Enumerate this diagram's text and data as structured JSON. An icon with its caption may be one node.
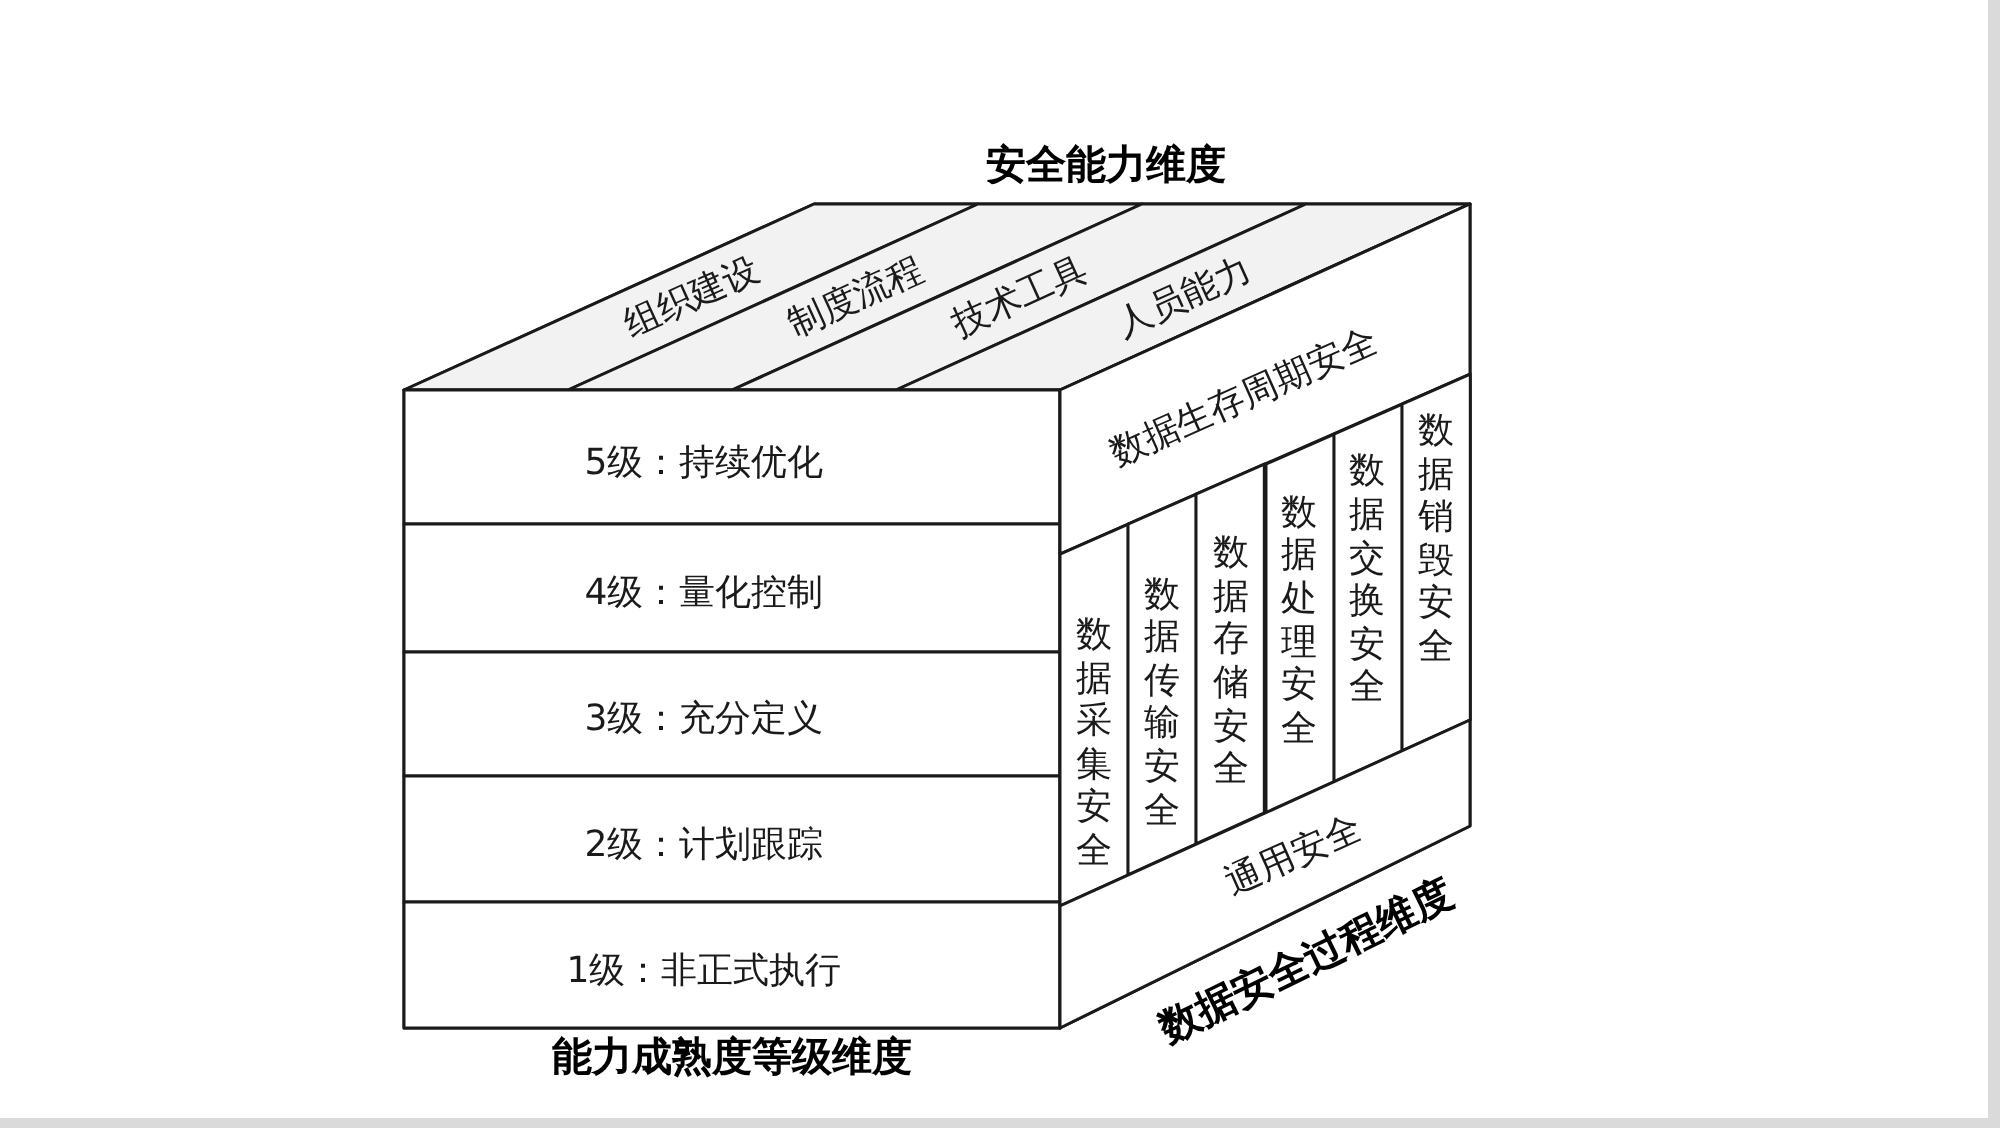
{
  "diagram": {
    "nodes": [
      {
        "text": [
          "安全能力维度"
        ]
      },
      {
        "text": [
          "组织建设"
        ],
        "in": 0
      },
      {
        "text": [
          "制度流程"
        ],
        "in": 0
      },
      {
        "text": [
          "技术工具"
        ],
        "in": 0
      },
      {
        "text": [
          "人员能力"
        ],
        "in": 0
      },
      {
        "text": [
          "能力成熟度等级维度"
        ]
      },
      {
        "text": [
          "5级：持续优化"
        ],
        "in": 5
      },
      {
        "text": [
          "4级：量化控制"
        ],
        "in": 5
      },
      {
        "text": [
          "3级：充分定义"
        ],
        "in": 5
      },
      {
        "text": [
          "2级：计划跟踪"
        ],
        "in": 5
      },
      {
        "text": [
          "1级：非正式执行"
        ],
        "in": 5
      },
      {
        "text": [
          "数据安全过程维度"
        ]
      },
      {
        "text": [
          "数据生存周期安全"
        ],
        "in": 11
      },
      {
        "text": [
          "数据采集安全"
        ],
        "in": 11
      },
      {
        "text": [
          "数据传输安全"
        ],
        "in": 11
      },
      {
        "text": [
          "数据存储安全"
        ],
        "in": 11
      },
      {
        "text": [
          "数据处理安全"
        ],
        "in": 11
      },
      {
        "text": [
          "数据交换安全"
        ],
        "in": 11
      },
      {
        "text": [
          "数据销毁安全"
        ],
        "in": 11
      },
      {
        "text": [
          "通用安全"
        ],
        "in": 11
      }
    ]
  }
}
